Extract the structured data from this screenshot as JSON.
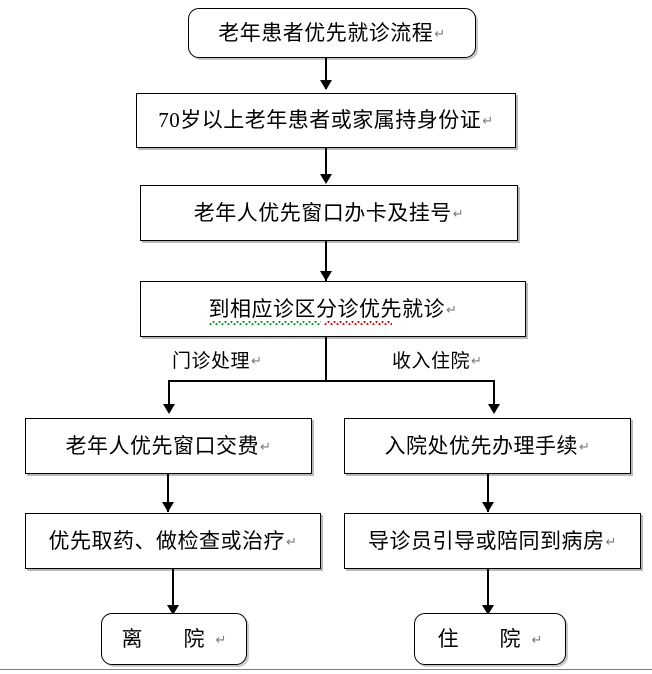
{
  "document": {
    "type": "flowchart",
    "language": "zh-CN",
    "paragraph_mark": "↵",
    "colors": {
      "node_border": "#000000",
      "node_fill": "#ffffff",
      "node_shadow": "#b9b9b9",
      "connector": "#000000",
      "text": "#000000",
      "grammar_underline": "#0a9a22",
      "spelling_underline": "#d01010",
      "footer_rule": "#5b87b0"
    }
  },
  "nodes": {
    "title": {
      "label": "老年患者优先就诊流程",
      "shape": "rounded-rect"
    },
    "step1": {
      "label": "70岁以上老年患者或家属持身份证",
      "shape": "rect"
    },
    "step2": {
      "label": "老年人优先窗口办卡及挂号",
      "shape": "rect"
    },
    "step3": {
      "label": "到相应诊区分诊优先就诊",
      "shape": "rect"
    },
    "left1": {
      "label": "老年人优先窗口交费",
      "shape": "rect"
    },
    "left2": {
      "label": "优先取药、做检查或治疗",
      "shape": "rect"
    },
    "left_end": {
      "label": "离　院",
      "shape": "rounded-rect"
    },
    "right1": {
      "label": "入院处优先办理手续",
      "shape": "rect"
    },
    "right2": {
      "label": "导诊员引导或陪同到病房",
      "shape": "rect"
    },
    "right_end": {
      "label": "住　院",
      "shape": "rounded-rect"
    }
  },
  "branch_labels": {
    "left": "门诊处理",
    "right": "收入住院"
  }
}
